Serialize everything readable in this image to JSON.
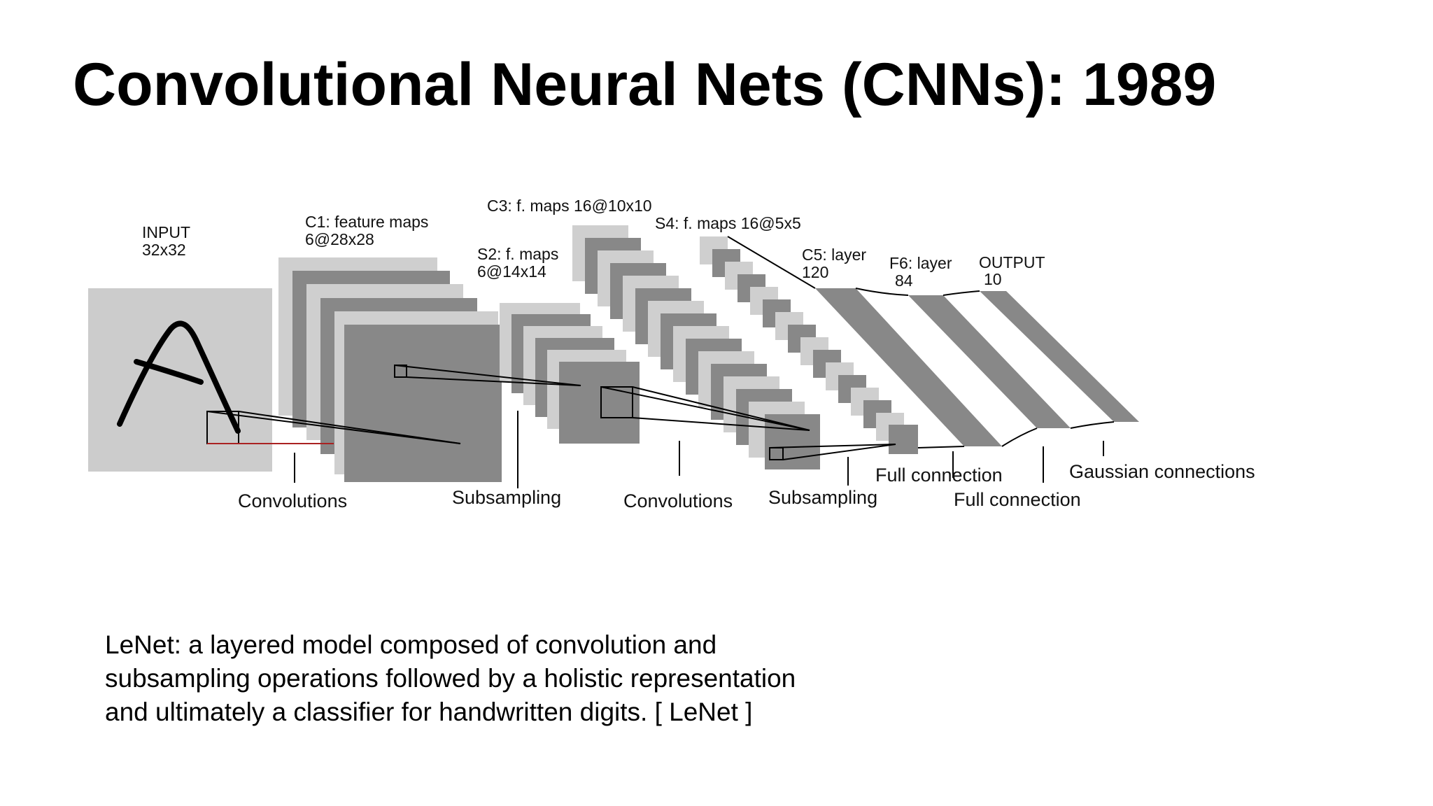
{
  "slide": {
    "title": "Convolutional Neural Nets (CNNs): 1989",
    "caption_lines": [
      "LeNet: a layered model composed of convolution and",
      "subsampling operations followed by a holistic representation",
      "and ultimately a classifier for handwritten digits. [ LeNet ]"
    ]
  },
  "diagram": {
    "layers": {
      "input": {
        "name": "INPUT",
        "size": "32x32"
      },
      "c1": {
        "name": "C1: feature maps",
        "size": "6@28x28"
      },
      "s2": {
        "name": "S2: f. maps",
        "size": "6@14x14"
      },
      "c3": {
        "name": "C3: f. maps 16@10x10"
      },
      "s4": {
        "name": "S4: f. maps 16@5x5"
      },
      "c5": {
        "name": "C5: layer",
        "size": "120"
      },
      "f6": {
        "name": "F6: layer",
        "size": "84"
      },
      "output": {
        "name": "OUTPUT",
        "size": "10"
      }
    },
    "operations": {
      "conv1": "Convolutions",
      "sub1": "Subsampling",
      "conv2": "Convolutions",
      "sub2": "Subsampling",
      "full1": "Full connection",
      "full2": "Full connection",
      "gauss": "Gaussian connections"
    },
    "colors": {
      "input_bg": "#cccccc",
      "map_light": "#cfcfcf",
      "map_dark": "#888888",
      "stroke": "#000000",
      "accent_line": "#aa2222"
    }
  }
}
